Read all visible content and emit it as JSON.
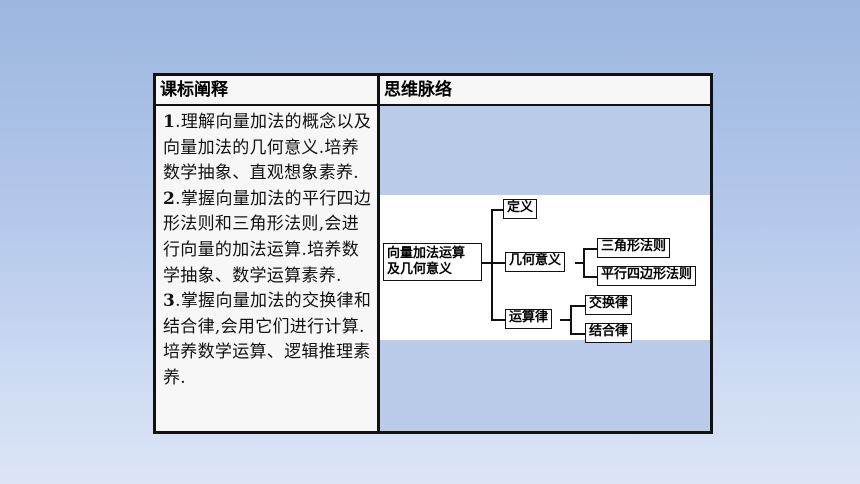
{
  "table": {
    "left_header": "课标阐释",
    "right_header": "思维脉络"
  },
  "goals": [
    {
      "num": "1",
      "text": ".理解向量加法的概念以及向量加法的几何意义.培养数学抽象、直观想象素养."
    },
    {
      "num": "2",
      "text": ".掌握向量加法的平行四边形法则和三角形法则,会进行向量的加法运算.培养数学抽象、数学运算素养."
    },
    {
      "num": "3",
      "text": ".掌握向量加法的交换律和结合律,会用它们进行计算.培养数学运算、逻辑推理素养."
    }
  ],
  "mindmap": {
    "root": "向量加法运算及几何意义",
    "root_line1": "向量加法运算",
    "root_line2": "及几何意义",
    "definition": "定义",
    "geometric_meaning": "几何意义",
    "triangle_rule": "三角形法则",
    "parallelogram_rule": "平行四边形法则",
    "laws": "运算律",
    "commutative": "交换律",
    "associative": "结合律"
  }
}
